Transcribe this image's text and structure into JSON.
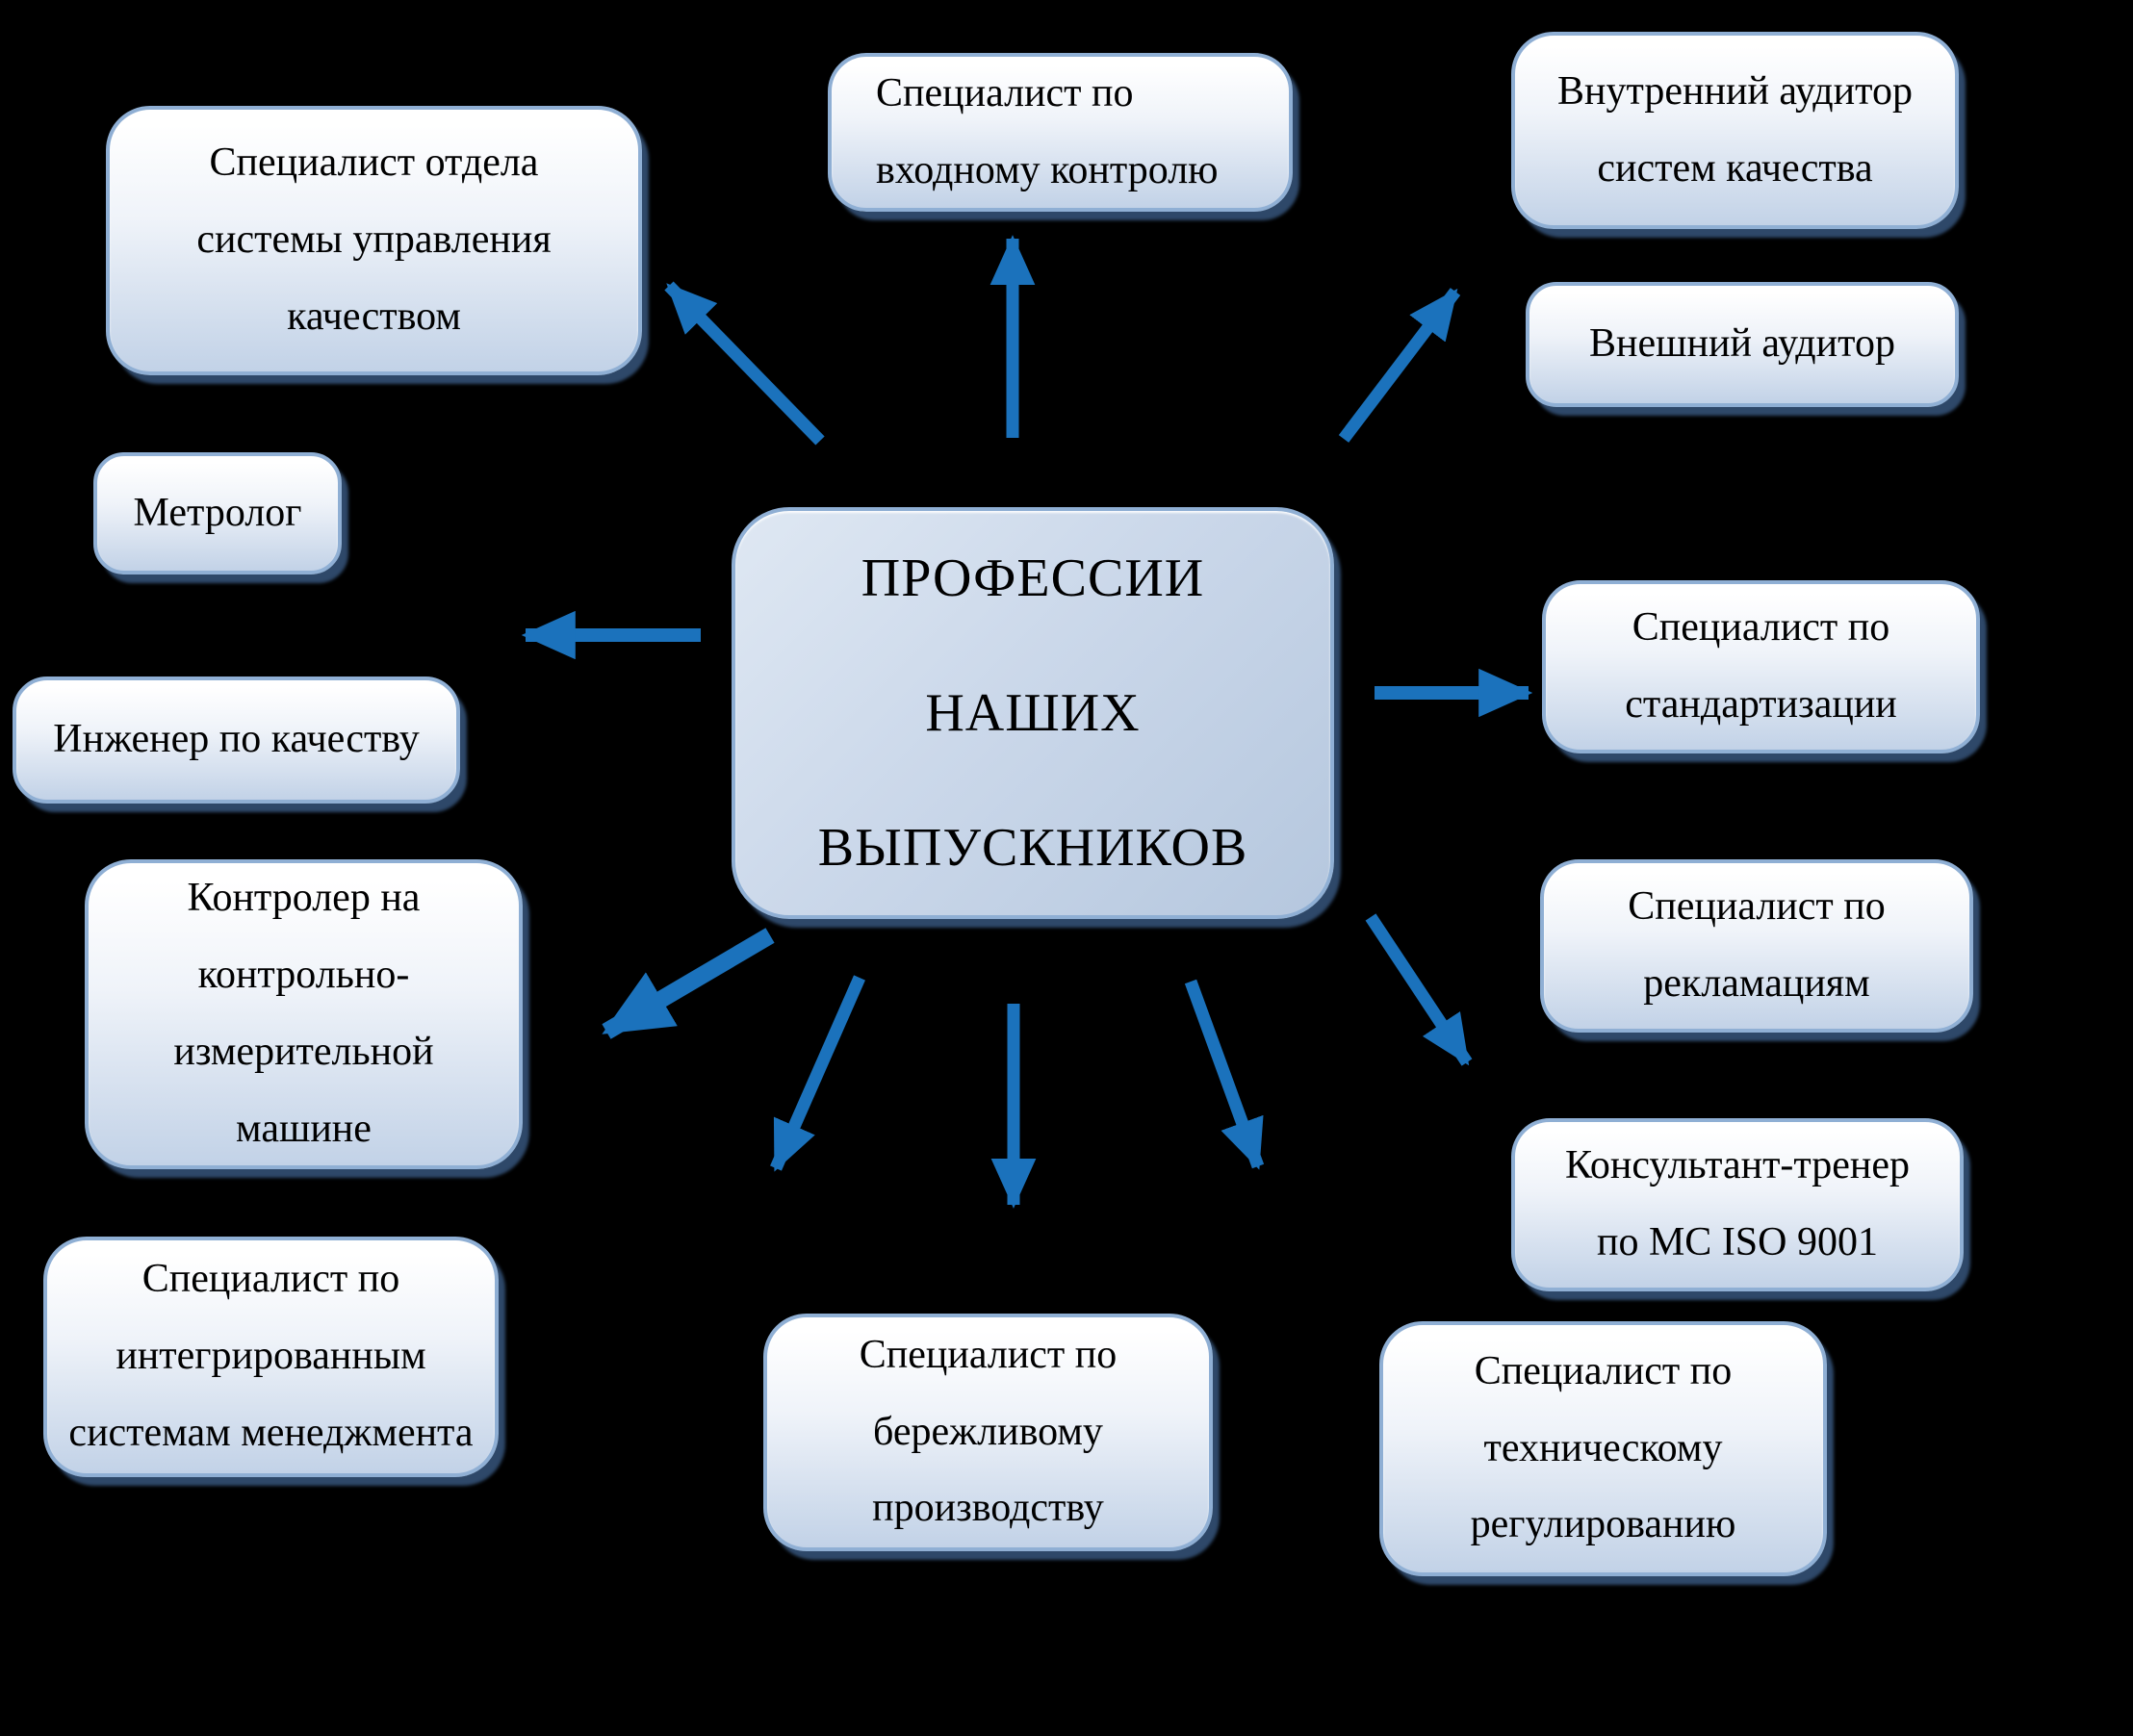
{
  "center": {
    "label": "ПРОФЕССИИ\nНАШИХ\nВЫПУСКНИКОВ"
  },
  "professions": [
    {
      "id": "quality-management-department-specialist",
      "label": "Специалист отдела\nсистемы управления\nкачеством"
    },
    {
      "id": "incoming-inspection-specialist",
      "label": "Специалист по\nвходному контролю"
    },
    {
      "id": "internal-quality-systems-auditor",
      "label": "Внутренний аудитор\nсистем качества"
    },
    {
      "id": "external-auditor",
      "label": "Внешний аудитор"
    },
    {
      "id": "metrologist",
      "label": "Метролог"
    },
    {
      "id": "quality-engineer",
      "label": "Инженер по качеству"
    },
    {
      "id": "standardization-specialist",
      "label": "Специалист по\nстандартизации"
    },
    {
      "id": "claims-specialist",
      "label": "Специалист по\nрекламациям"
    },
    {
      "id": "cmm-inspector",
      "label": "Контролер на\nконтрольно-\nизмерительной\nмашине"
    },
    {
      "id": "integrated-management-systems-specialist",
      "label": "Специалист по\nинтегрированным\nсистемам менеджмента"
    },
    {
      "id": "lean-production-specialist",
      "label": "Специалист по\nбережливому\nпроизводству"
    },
    {
      "id": "iso9001-consultant-trainer",
      "label": "Консультант-тренер\nпо МС ISO 9001"
    },
    {
      "id": "technical-regulation-specialist",
      "label": "Специалист по\nтехническому\nрегулированию"
    }
  ],
  "theme": {
    "background": "#000000",
    "arrow_color": "#1B72BC",
    "box_border": "#8FAFD4",
    "box_grad_top": "#FFFFFF",
    "box_grad_bottom": "#C2D2E7",
    "center_grad_top": "#DFE8F3",
    "center_grad_bottom": "#B5C7DE",
    "shadow_color": "#2E4869",
    "text_color": "#000000"
  }
}
